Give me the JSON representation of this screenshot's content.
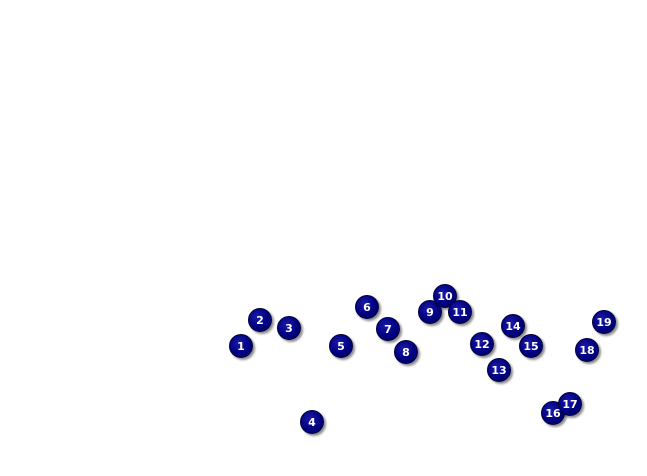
{
  "map": {
    "background_color": "#ffffff",
    "marker_color": "#000080",
    "marker_text_color": "#ffffff",
    "markers": [
      {
        "label": "1"
      },
      {
        "label": "2"
      },
      {
        "label": "3"
      },
      {
        "label": "4"
      },
      {
        "label": "5"
      },
      {
        "label": "6"
      },
      {
        "label": "7"
      },
      {
        "label": "8"
      },
      {
        "label": "9"
      },
      {
        "label": "10"
      },
      {
        "label": "11"
      },
      {
        "label": "12"
      },
      {
        "label": "13"
      },
      {
        "label": "14"
      },
      {
        "label": "15"
      },
      {
        "label": "16"
      },
      {
        "label": "17"
      },
      {
        "label": "18"
      },
      {
        "label": "19"
      }
    ]
  }
}
